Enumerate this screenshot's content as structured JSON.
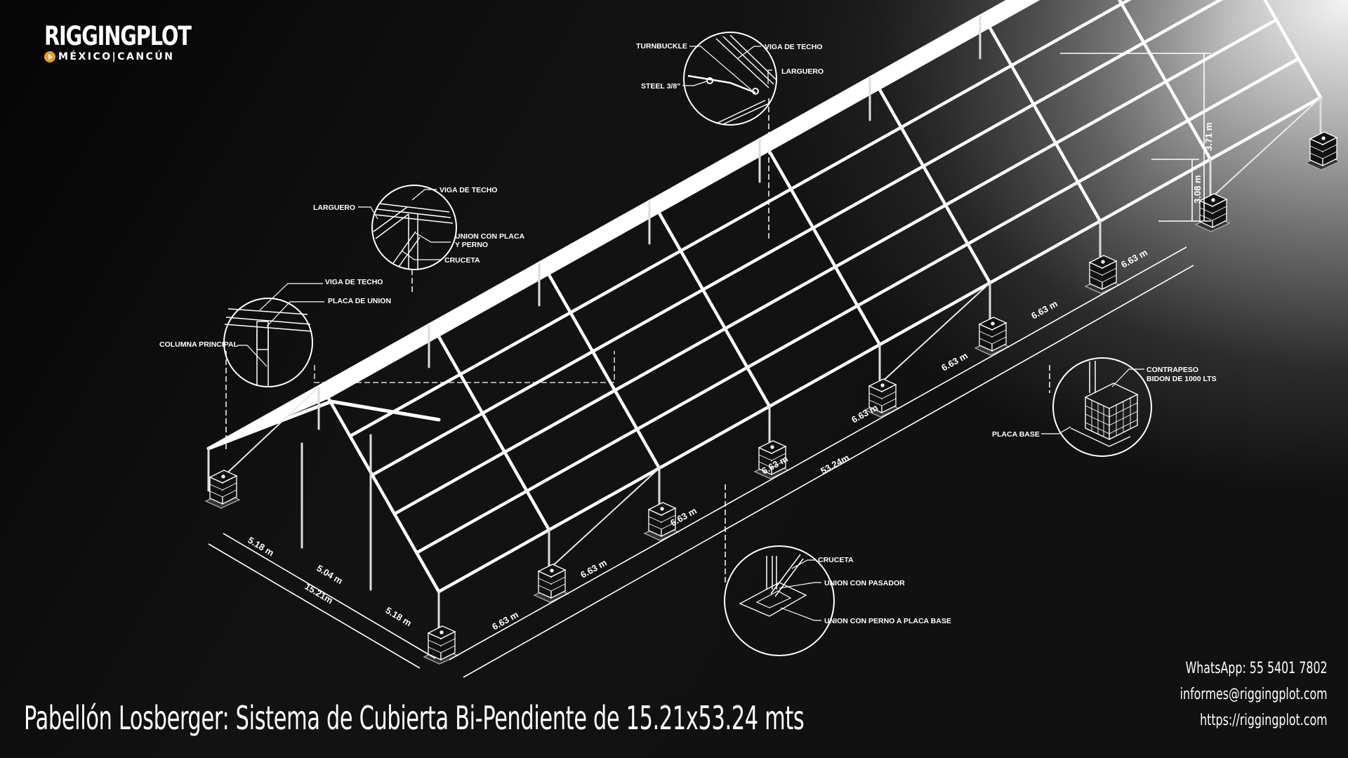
{
  "brand": {
    "name": "RIGGINGPLOT",
    "location": "MÉXICO|CANCÚN",
    "accent_color": "#f29a1f"
  },
  "title": "Pabellón Losberger: Sistema de Cubierta Bi-Pendiente de 15.21x53.24 mts",
  "contact": {
    "whatsapp": "WhatsApp: 55 5401 7802",
    "email": "informes@riggingplot.com",
    "website": "https://riggingplot.com"
  },
  "details": {
    "turnbuckle": {
      "labels": [
        "TURNBUCKLE",
        "VIGA DE TECHO",
        "LARGUERO",
        "STEEL 3/8\""
      ]
    },
    "roof_joint": {
      "labels": [
        "VIGA DE TECHO",
        "LARGUERO",
        "UNION CON PLACA",
        "Y PERNO",
        "CRUCETA"
      ]
    },
    "eave_joint": {
      "labels": [
        "VIGA DE TECHO",
        "PLACA DE UNION",
        "COLUMNA PRINCIPAL"
      ]
    },
    "base_joint": {
      "labels": [
        "CRUCETA",
        "UNION CON PASADOR",
        "UNION CON PERNO A PLACA BASE"
      ]
    },
    "counterweight": {
      "labels": [
        "CONTRAPESO",
        "BIDON DE 1000 LTS",
        "PLACA BASE"
      ]
    }
  },
  "dimensions": {
    "width_segments": [
      "5.18 m",
      "5.04 m",
      "5.18 m"
    ],
    "width_total": "15.21m",
    "length_segments": [
      "6.63 m",
      "6.63 m",
      "6.63 m",
      "6.63 m",
      "6.63 m",
      "6.63 m",
      "6.63 m",
      "6.63 m"
    ],
    "length_total": "53.24m",
    "eave_height": "3.08 m",
    "ridge_height": "3.71 m"
  }
}
